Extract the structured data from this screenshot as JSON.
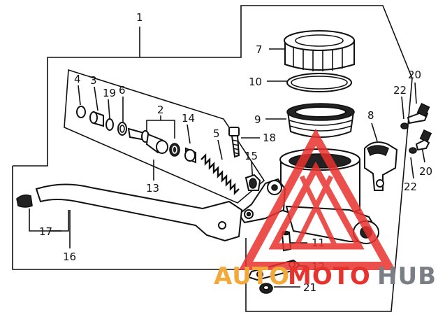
{
  "labels": {
    "l1": "1",
    "l3": "3",
    "l4": "4",
    "l19": "19",
    "l6": "6",
    "l2": "2",
    "l14": "14",
    "l5": "5",
    "l18": "18",
    "l15": "15",
    "l13": "13",
    "l7": "7",
    "l10": "10",
    "l9": "9",
    "l8": "8",
    "l22a": "22",
    "l20a": "20",
    "l22b": "22",
    "l20b": "20",
    "l11": "11",
    "l12": "12",
    "l21": "21",
    "l17": "17",
    "l16": "16"
  },
  "watermark": {
    "part1": "AUTO",
    "part2": "MOTO",
    "part3": "HUB",
    "color_red": "#e8322e",
    "color_orange": "#f3a93a",
    "color_grey": "#7a7f86"
  }
}
